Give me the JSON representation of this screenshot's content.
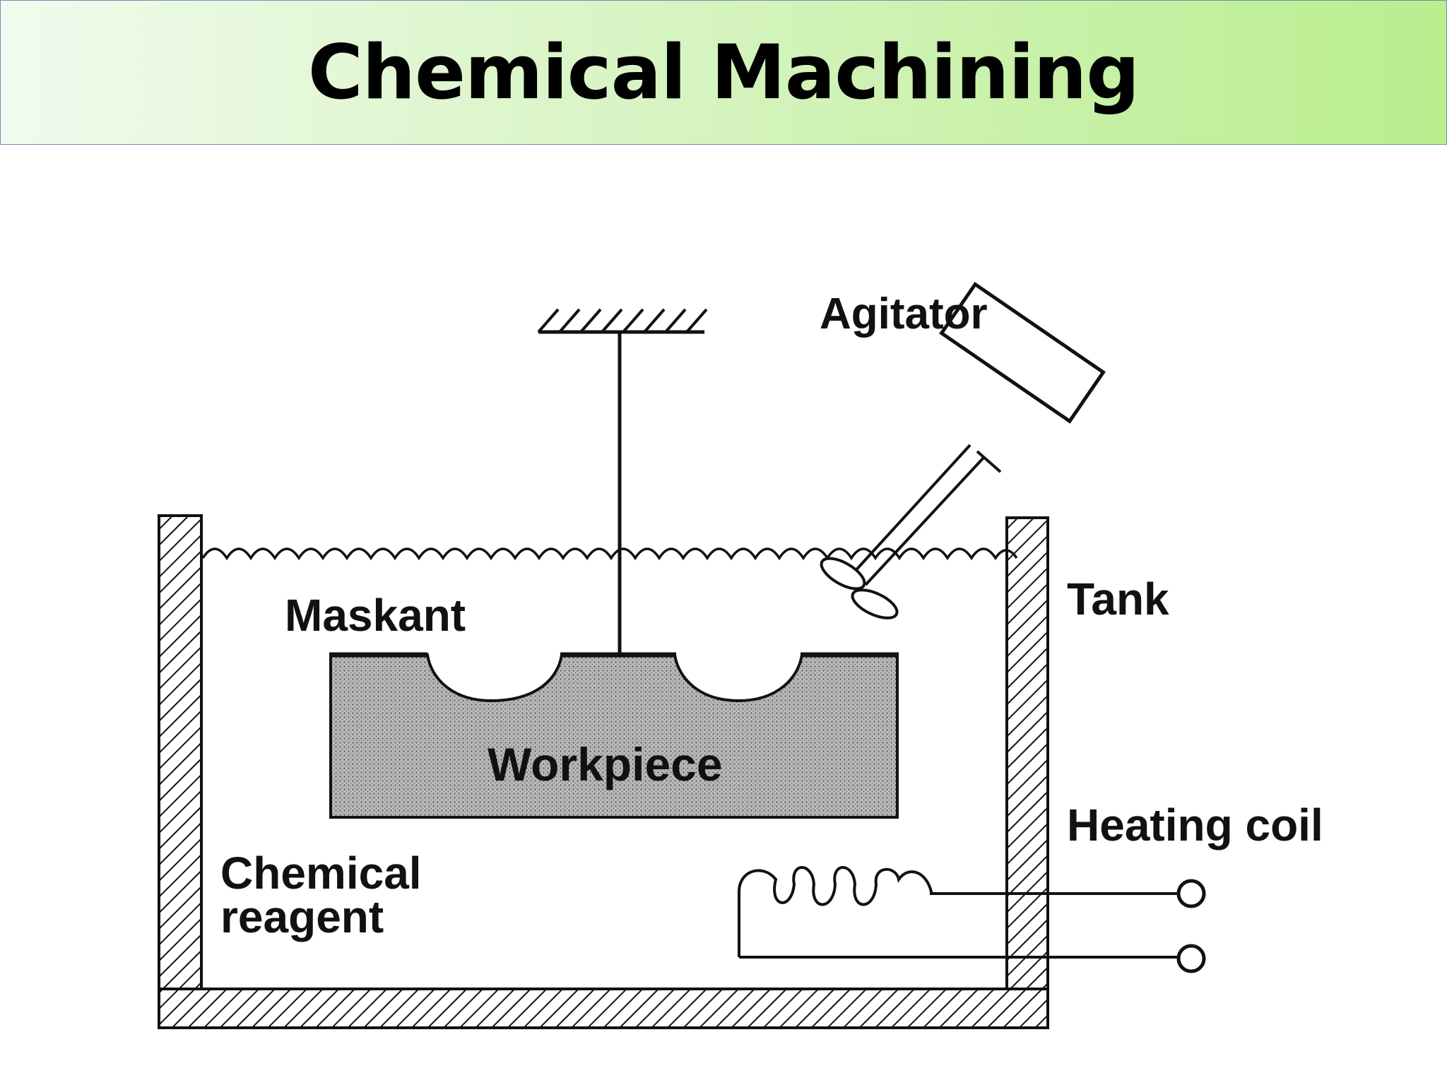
{
  "slide": {
    "title": "Chemical Machining"
  },
  "diagram": {
    "labels": {
      "agitator": "Agitator",
      "tank": "Tank",
      "maskant": "Maskant",
      "workpiece": "Workpiece",
      "heating_coil": "Heating coil",
      "chemical_reagent_line1": "Chemical",
      "chemical_reagent_line2": "reagent"
    }
  }
}
